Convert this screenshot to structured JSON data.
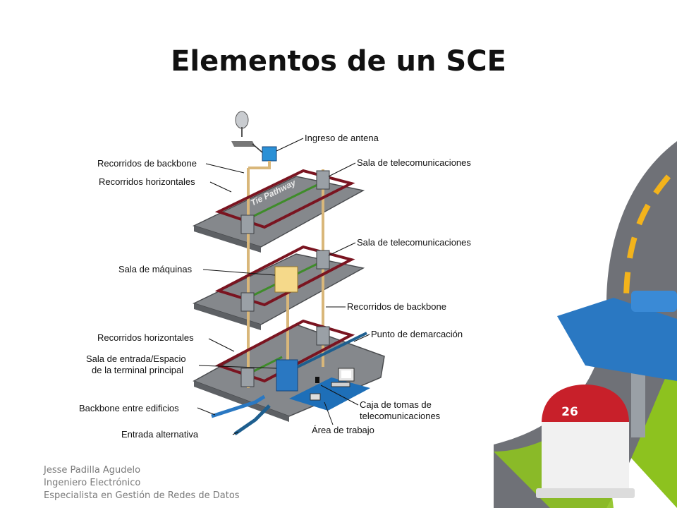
{
  "title": "Elementos de un SCE",
  "slide_number": "26",
  "footer": {
    "line1": "Jesse Padilla Agudelo",
    "line2": "Ingeniero Electrónico",
    "line3": "Especialista en Gestión de Redes  de Datos"
  },
  "diagram": {
    "pathway_label": "Tie Pathway",
    "labels": {
      "ingreso_antena": "Ingreso de antena",
      "recorridos_backbone_top": "Recorridos de backbone",
      "recorridos_horizontales_top": "Recorridos horizontales",
      "sala_telecom_1": "Sala de telecomunicaciones",
      "sala_telecom_2": "Sala de telecomunicaciones",
      "sala_maquinas": "Sala de máquinas",
      "recorridos_backbone_mid": "Recorridos de backbone",
      "recorridos_horizontales_bottom": "Recorridos horizontales",
      "punto_demarcacion": "Punto de demarcación",
      "sala_entrada_1": "Sala de entrada/Espacio",
      "sala_entrada_2": "de la terminal principal",
      "backbone_edificios": "Backbone entre edificios",
      "caja_tomas_1": "Caja de tomas de",
      "caja_tomas_2": "telecomunicaciones",
      "entrada_alternativa": "Entrada alternativa",
      "area_trabajo": "Área de trabajo"
    }
  },
  "colors": {
    "road": "#6f7177",
    "road_stripe": "#f3b31b",
    "grass": "#8dc21f",
    "sign_blue": "#2a78c2",
    "milestone_red": "#c8202a",
    "floor": "#8a8d91",
    "cable_red": "#7a1420",
    "cable_green": "#3f8c2a",
    "cable_tan": "#d9b77a"
  }
}
